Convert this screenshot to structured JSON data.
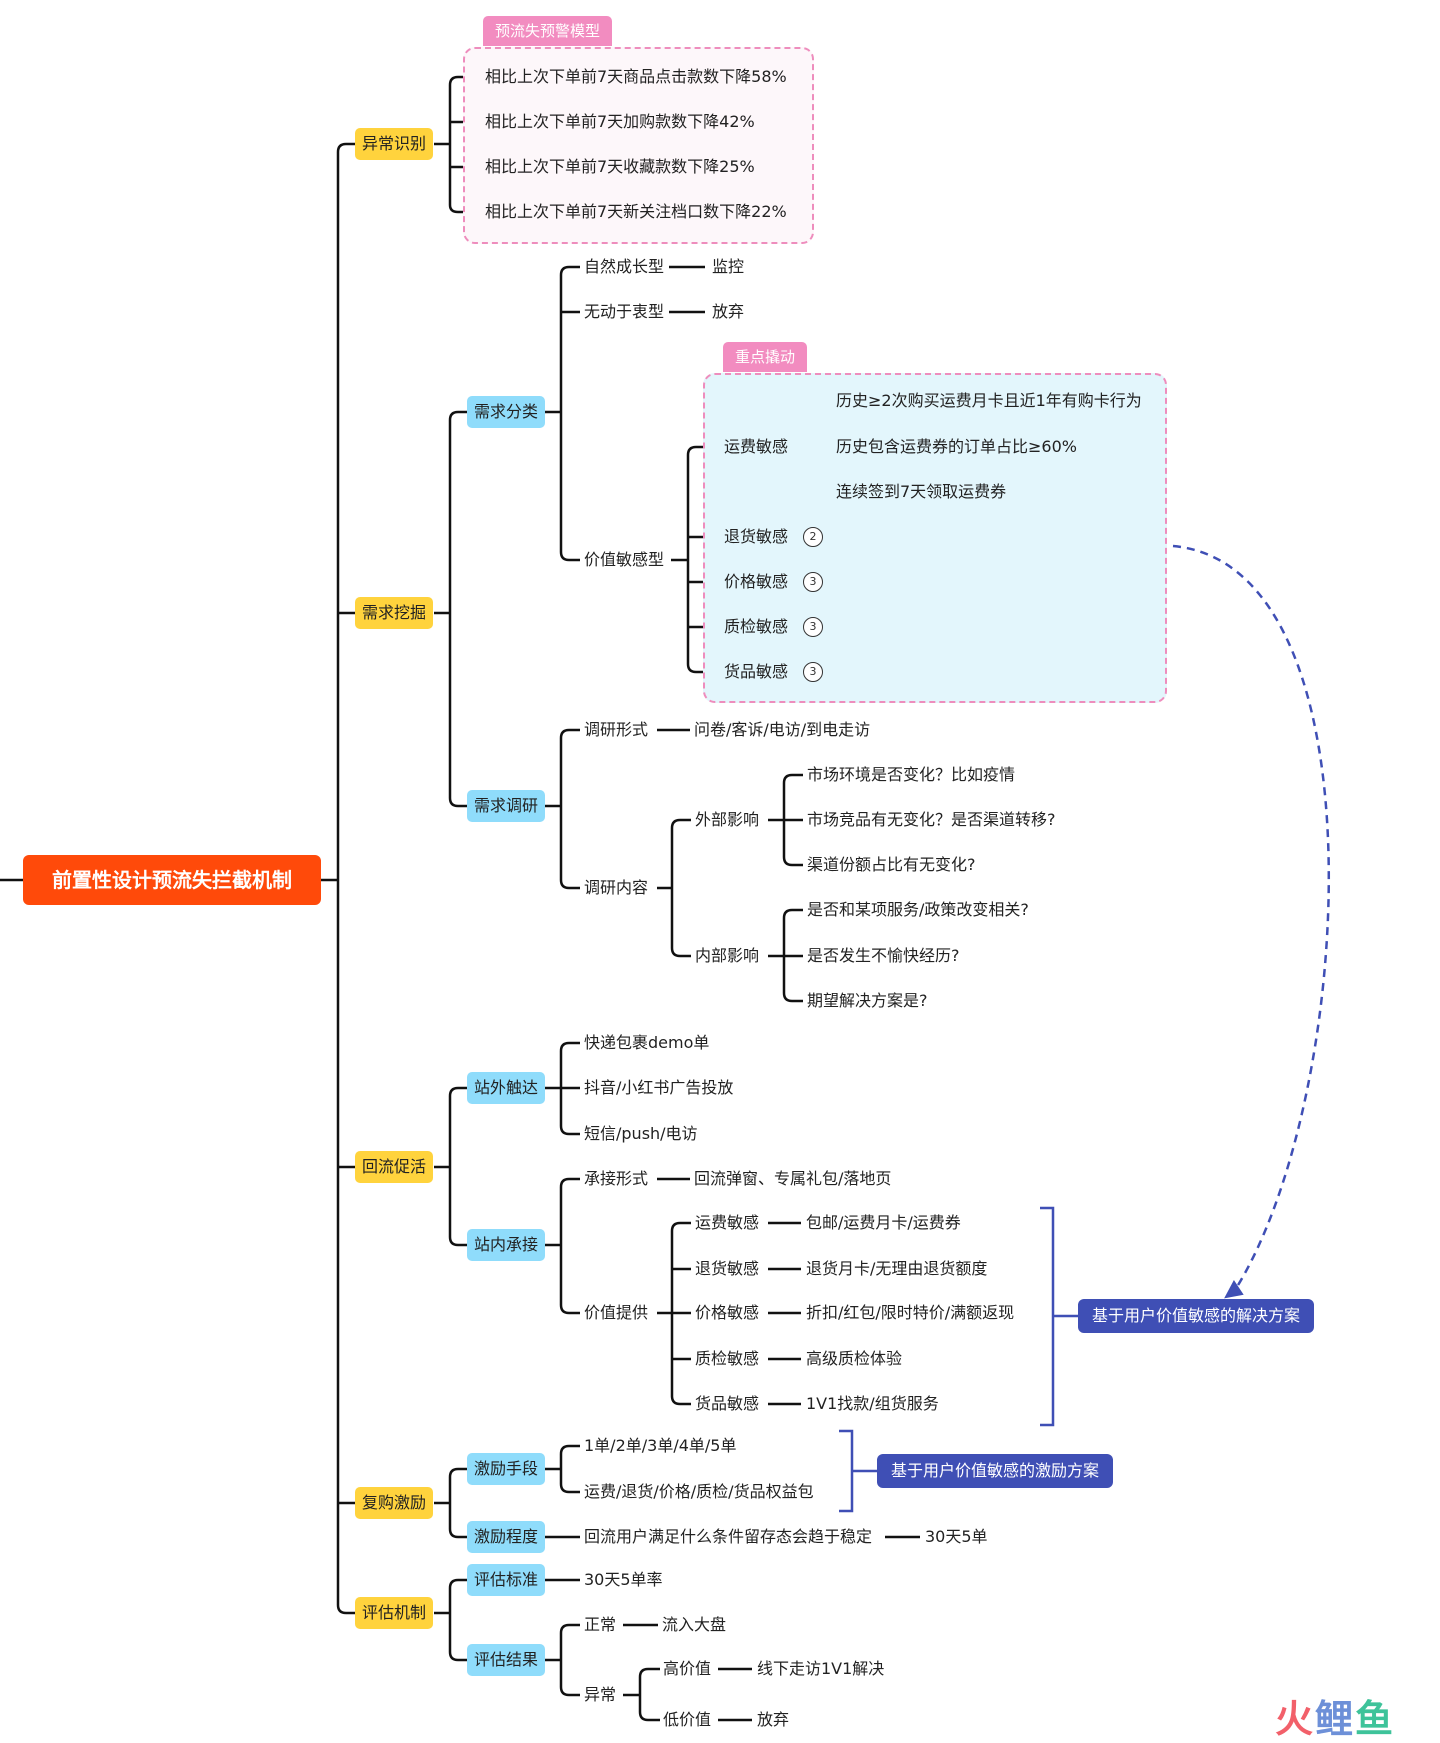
{
  "root": "前置性设计预流失拦截机制",
  "branches": {
    "anomaly": {
      "label": "异常识别",
      "box_tag": "预流失预警模型",
      "items": [
        "相比上次下单前7天商品点击款数下降58%",
        "相比上次下单前7天加购款数下降42%",
        "相比上次下单前7天收藏款数下降25%",
        "相比上次下单前7天新关注档口数下降22%"
      ]
    },
    "demand_mining": {
      "label": "需求挖掘",
      "classify": {
        "label": "需求分类",
        "natural": {
          "label": "自然成长型",
          "action": "监控"
        },
        "indifferent": {
          "label": "无动于衷型",
          "action": "放弃"
        },
        "value_sensitive": {
          "label": "价值敏感型",
          "box_tag": "重点撬动",
          "freight": {
            "label": "运费敏感",
            "items": [
              "历史≥2次购买运费月卡且近1年有购卡行为",
              "历史包含运费券的订单占比≥60%",
              "连续签到7天领取运费券"
            ]
          },
          "others": [
            {
              "label": "退货敏感",
              "badge": "2"
            },
            {
              "label": "价格敏感",
              "badge": "3"
            },
            {
              "label": "质检敏感",
              "badge": "3"
            },
            {
              "label": "货品敏感",
              "badge": "3"
            }
          ]
        }
      },
      "research": {
        "label": "需求调研",
        "form": {
          "label": "调研形式",
          "value": "问卷/客诉/电访/到电走访"
        },
        "content": {
          "label": "调研内容",
          "external": {
            "label": "外部影响",
            "items": [
              "市场环境是否变化？比如疫情",
              "市场竞品有无变化？是否渠道转移?",
              "渠道份额占比有无变化?"
            ]
          },
          "internal": {
            "label": "内部影响",
            "items": [
              "是否和某项服务/政策改变相关?",
              "是否发生不愉快经历?",
              "期望解决方案是?"
            ]
          }
        }
      }
    },
    "reflow": {
      "label": "回流促活",
      "offsite": {
        "label": "站外触达",
        "items": [
          "快递包裹demo单",
          "抖音/小红书广告投放",
          "短信/push/电访"
        ]
      },
      "onsite": {
        "label": "站内承接",
        "form": {
          "label": "承接形式",
          "value": "回流弹窗、专属礼包/落地页"
        },
        "value": {
          "label": "价值提供",
          "items": [
            {
              "k": "运费敏感",
              "v": "包邮/运费月卡/运费券"
            },
            {
              "k": "退货敏感",
              "v": "退货月卡/无理由退货额度"
            },
            {
              "k": "价格敏感",
              "v": "折扣/红包/限时特价/满额返现"
            },
            {
              "k": "质检敏感",
              "v": "高级质检体验"
            },
            {
              "k": "货品敏感",
              "v": "1V1找款/组货服务"
            }
          ],
          "summary": "基于用户价值敏感的解决方案"
        }
      }
    },
    "repurchase": {
      "label": "复购激励",
      "means": {
        "label": "激励手段",
        "items": [
          "1单/2单/3单/4单/5单",
          "运费/退货/价格/质检/货品权益包"
        ],
        "summary": "基于用户价值敏感的激励方案"
      },
      "degree": {
        "label": "激励程度",
        "question": "回流用户满足什么条件留存态会趋于稳定",
        "answer": "30天5单"
      }
    },
    "evaluation": {
      "label": "评估机制",
      "standard": {
        "label": "评估标准",
        "value": "30天5单率"
      },
      "result": {
        "label": "评估结果",
        "normal": {
          "label": "正常",
          "value": "流入大盘"
        },
        "abnormal": {
          "label": "异常",
          "high": {
            "label": "高价值",
            "value": "线下走访1V1解决"
          },
          "low": {
            "label": "低价值",
            "value": "放弃"
          }
        }
      }
    }
  },
  "watermark": {
    "part1": "火",
    "part2": "鲤",
    "part3": "鱼"
  },
  "colors": {
    "root": "#ff4a0a",
    "level1": "#ffd33d",
    "level2": "#8fdcfb",
    "tag": "#f28cc0",
    "summary": "#3f4fb5",
    "arrow": "#3f4fb5"
  }
}
